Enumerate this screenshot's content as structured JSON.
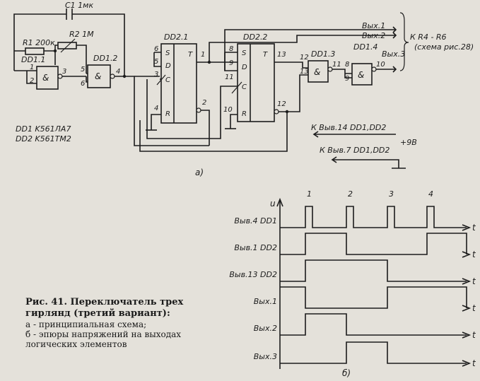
{
  "schematic": {
    "capacitor": "C1 1мк",
    "resistor1": "R1 200к",
    "resistor2": "R2 1М",
    "dd1_1": "DD1.1",
    "dd1_2": "DD1.2",
    "dd1_3": "DD1.3",
    "dd1_4": "DD1.4",
    "dd2_1": "DD2.1",
    "dd2_2": "DD2.2",
    "parts1": "DD1  K561ЛА7",
    "parts2": "DD2  K561ТМ2",
    "out1": "Вых.1",
    "out2": "Вых.2",
    "out3": "Вых.3",
    "to_r": "К R4 - R6",
    "to_r_sub": "(схема рис.28)",
    "power_pos": "К Выв.14 DD1,DD2",
    "power_pos_v": "+9В",
    "power_gnd": "К Выв.7 DD1,DD2",
    "sub_a": "а)",
    "and_sym": "&",
    "s": "S",
    "d": "D",
    "c": "C",
    "r": "R",
    "t": "T",
    "pins": {
      "p1": "1",
      "p2": "2",
      "p3": "3",
      "p4": "4",
      "p5": "5",
      "p6": "6",
      "p8": "8",
      "p9": "9",
      "p10": "10",
      "p11": "11",
      "p12": "12",
      "p13": "13"
    }
  },
  "timing": {
    "u_axis": "u",
    "t_axis": "t",
    "pulse_labels": [
      "1",
      "2",
      "3",
      "4"
    ],
    "rows": [
      {
        "label": "Выв.4 DD1"
      },
      {
        "label": "Выв.1 DD2"
      },
      {
        "label": "Выв.13 DD2"
      },
      {
        "label": "Вых.1"
      },
      {
        "label": "Вых.2"
      },
      {
        "label": "Вых.3"
      }
    ],
    "sub_b": "б)"
  },
  "caption": {
    "title": "Рис. 41. Переключатель трех гирлянд (третий вариант):",
    "line_a": "а - принципиальная схема;",
    "line_b": "б - эпюры напряжений на выходах логических элементов"
  }
}
